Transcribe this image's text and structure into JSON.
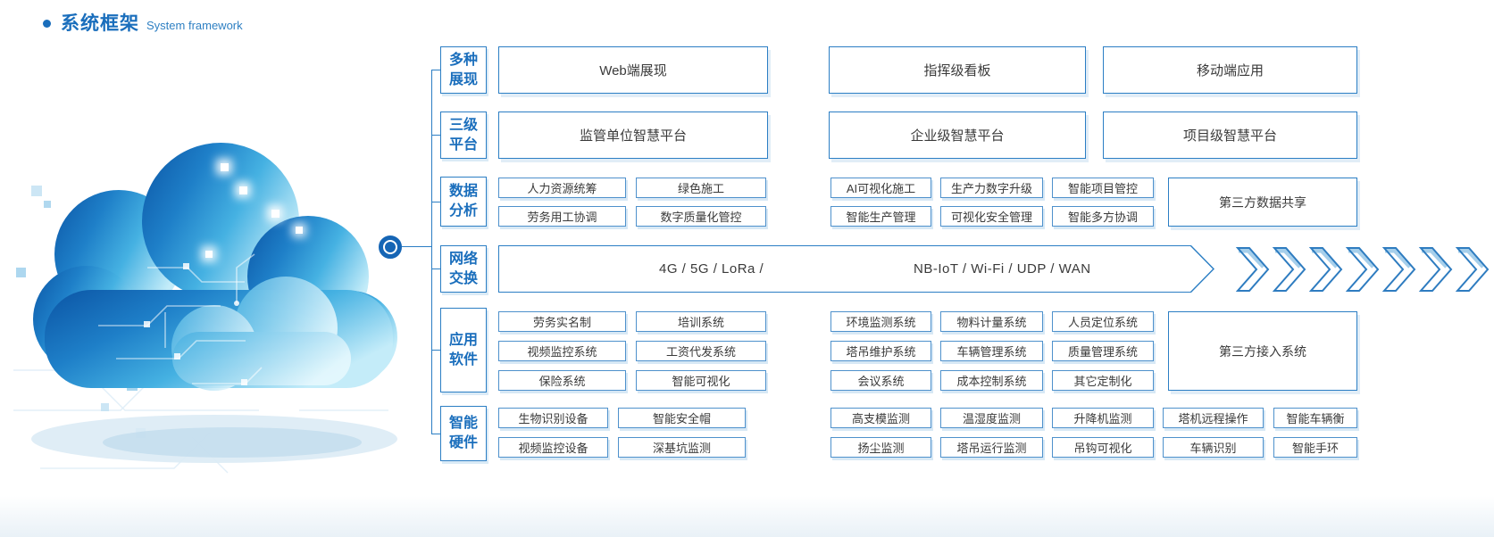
{
  "title": {
    "zh": "系统框架",
    "en": "System framework"
  },
  "tree": {
    "categories": [
      {
        "line1": "多种",
        "line2": "展现"
      },
      {
        "line1": "三级",
        "line2": "平台"
      },
      {
        "line1": "数据",
        "line2": "分析"
      },
      {
        "line1": "网络",
        "line2": "交换"
      },
      {
        "line1": "应用",
        "line2": "软件"
      },
      {
        "line1": "智能",
        "line2": "硬件"
      }
    ]
  },
  "row_display": {
    "boxes": [
      "Web端展现",
      "指挥级看板",
      "移动端应用"
    ]
  },
  "row_platform": {
    "boxes": [
      "监管单位智慧平台",
      "企业级智慧平台",
      "项目级智慧平台"
    ]
  },
  "row_data": {
    "left": [
      [
        "人力资源统筹",
        "绿色施工"
      ],
      [
        "劳务用工协调",
        "数字质量化管控"
      ]
    ],
    "right": [
      [
        "AI可视化施工",
        "生产力数字升级",
        "智能项目管控"
      ],
      [
        "智能生产管理",
        "可视化安全管理",
        "智能多方协调"
      ]
    ],
    "tall": "第三方数据共享"
  },
  "row_network": {
    "label_left": "4G / 5G / LoRa /",
    "label_right": "NB-IoT / Wi-Fi / UDP / WAN"
  },
  "row_apps": {
    "left": [
      [
        "劳务实名制",
        "培训系统"
      ],
      [
        "视频监控系统",
        "工资代发系统"
      ],
      [
        "保险系统",
        "智能可视化"
      ]
    ],
    "right": [
      [
        "环境监测系统",
        "物料计量系统",
        "人员定位系统"
      ],
      [
        "塔吊维护系统",
        "车辆管理系统",
        "质量管理系统"
      ],
      [
        "会议系统",
        "成本控制系统",
        "其它定制化"
      ]
    ],
    "tall": "第三方接入系统"
  },
  "row_hardware": {
    "rows": [
      [
        "生物识别设备",
        "智能安全帽",
        "高支模监测",
        "温湿度监测",
        "升降机监测",
        "塔机远程操作",
        "智能车辆衡"
      ],
      [
        "视频监控设备",
        "深基坑监测",
        "扬尘监测",
        "塔吊运行监测",
        "吊钩可视化",
        "车辆识别",
        "智能手环"
      ]
    ]
  },
  "colors": {
    "accent": "#1a6ebc",
    "box_border": "#2b7ec4",
    "text": "#3a3a3a",
    "cloud_dark": "#0b54a4",
    "cloud_light": "#c4ecf9"
  }
}
